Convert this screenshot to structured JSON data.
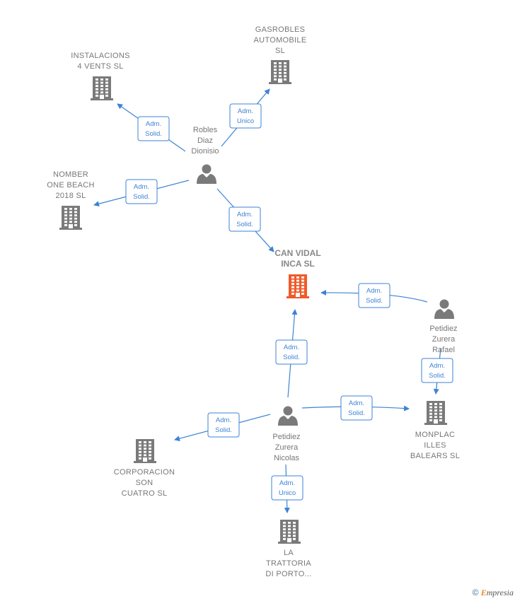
{
  "colors": {
    "edge": "#3d83d4",
    "company": "#7a7a7a",
    "person": "#7a7a7a",
    "focus": "#f05a2a"
  },
  "nodes": [
    {
      "id": "gasrobles",
      "type": "company",
      "label_lines": [
        "GASROBLES",
        "AUTOMOBILE",
        "SL"
      ],
      "icon": "building-icon"
    },
    {
      "id": "instalacions",
      "type": "company",
      "label_lines": [
        "INSTALACIONS",
        "4 VENTS SL"
      ],
      "icon": "building-icon"
    },
    {
      "id": "robles",
      "type": "person",
      "label_lines": [
        "Robles",
        "Diaz",
        "Dionisio"
      ],
      "icon": "person-icon"
    },
    {
      "id": "nomber",
      "type": "company",
      "label_lines": [
        "NOMBER",
        "ONE BEACH",
        "2018 SL"
      ],
      "icon": "building-icon"
    },
    {
      "id": "canvidal",
      "type": "focus",
      "label_lines": [
        "CAN VIDAL",
        "INCA SL"
      ],
      "icon": "building-icon"
    },
    {
      "id": "rafael",
      "type": "person",
      "label_lines": [
        "Petidiez",
        "Zurera",
        "Rafael"
      ],
      "icon": "person-icon"
    },
    {
      "id": "monplac",
      "type": "company",
      "label_lines": [
        "MONPLAC",
        "ILLES",
        "BALEARS SL"
      ],
      "icon": "building-icon"
    },
    {
      "id": "nicolas",
      "type": "person",
      "label_lines": [
        "Petidiez",
        "Zurera",
        "Nicolas"
      ],
      "icon": "person-icon"
    },
    {
      "id": "corporacion",
      "type": "company",
      "label_lines": [
        "CORPORACION",
        "SON",
        "CUATRO SL"
      ],
      "icon": "building-icon"
    },
    {
      "id": "trattoria",
      "type": "company",
      "label_lines": [
        "LA",
        "TRATTORIA",
        "DI PORTO..."
      ],
      "icon": "building-icon"
    }
  ],
  "edges": [
    {
      "from": "robles",
      "to": "gasrobles",
      "label_lines": [
        "Adm.",
        "Unico"
      ]
    },
    {
      "from": "robles",
      "to": "instalacions",
      "label_lines": [
        "Adm.",
        "Solid."
      ]
    },
    {
      "from": "robles",
      "to": "nomber",
      "label_lines": [
        "Adm.",
        "Solid."
      ]
    },
    {
      "from": "robles",
      "to": "canvidal",
      "label_lines": [
        "Adm.",
        "Solid."
      ]
    },
    {
      "from": "rafael",
      "to": "canvidal",
      "label_lines": [
        "Adm.",
        "Solid."
      ]
    },
    {
      "from": "rafael",
      "to": "monplac",
      "label_lines": [
        "Adm.",
        "Solid."
      ]
    },
    {
      "from": "nicolas",
      "to": "canvidal",
      "label_lines": [
        "Adm.",
        "Solid."
      ]
    },
    {
      "from": "nicolas",
      "to": "monplac",
      "label_lines": [
        "Adm.",
        "Solid."
      ]
    },
    {
      "from": "nicolas",
      "to": "corporacion",
      "label_lines": [
        "Adm.",
        "Solid."
      ]
    },
    {
      "from": "nicolas",
      "to": "trattoria",
      "label_lines": [
        "Adm.",
        "Unico"
      ]
    }
  ],
  "footer": {
    "copyright_symbol": "©",
    "brand_initial": "E",
    "brand_rest": "mpresia"
  }
}
